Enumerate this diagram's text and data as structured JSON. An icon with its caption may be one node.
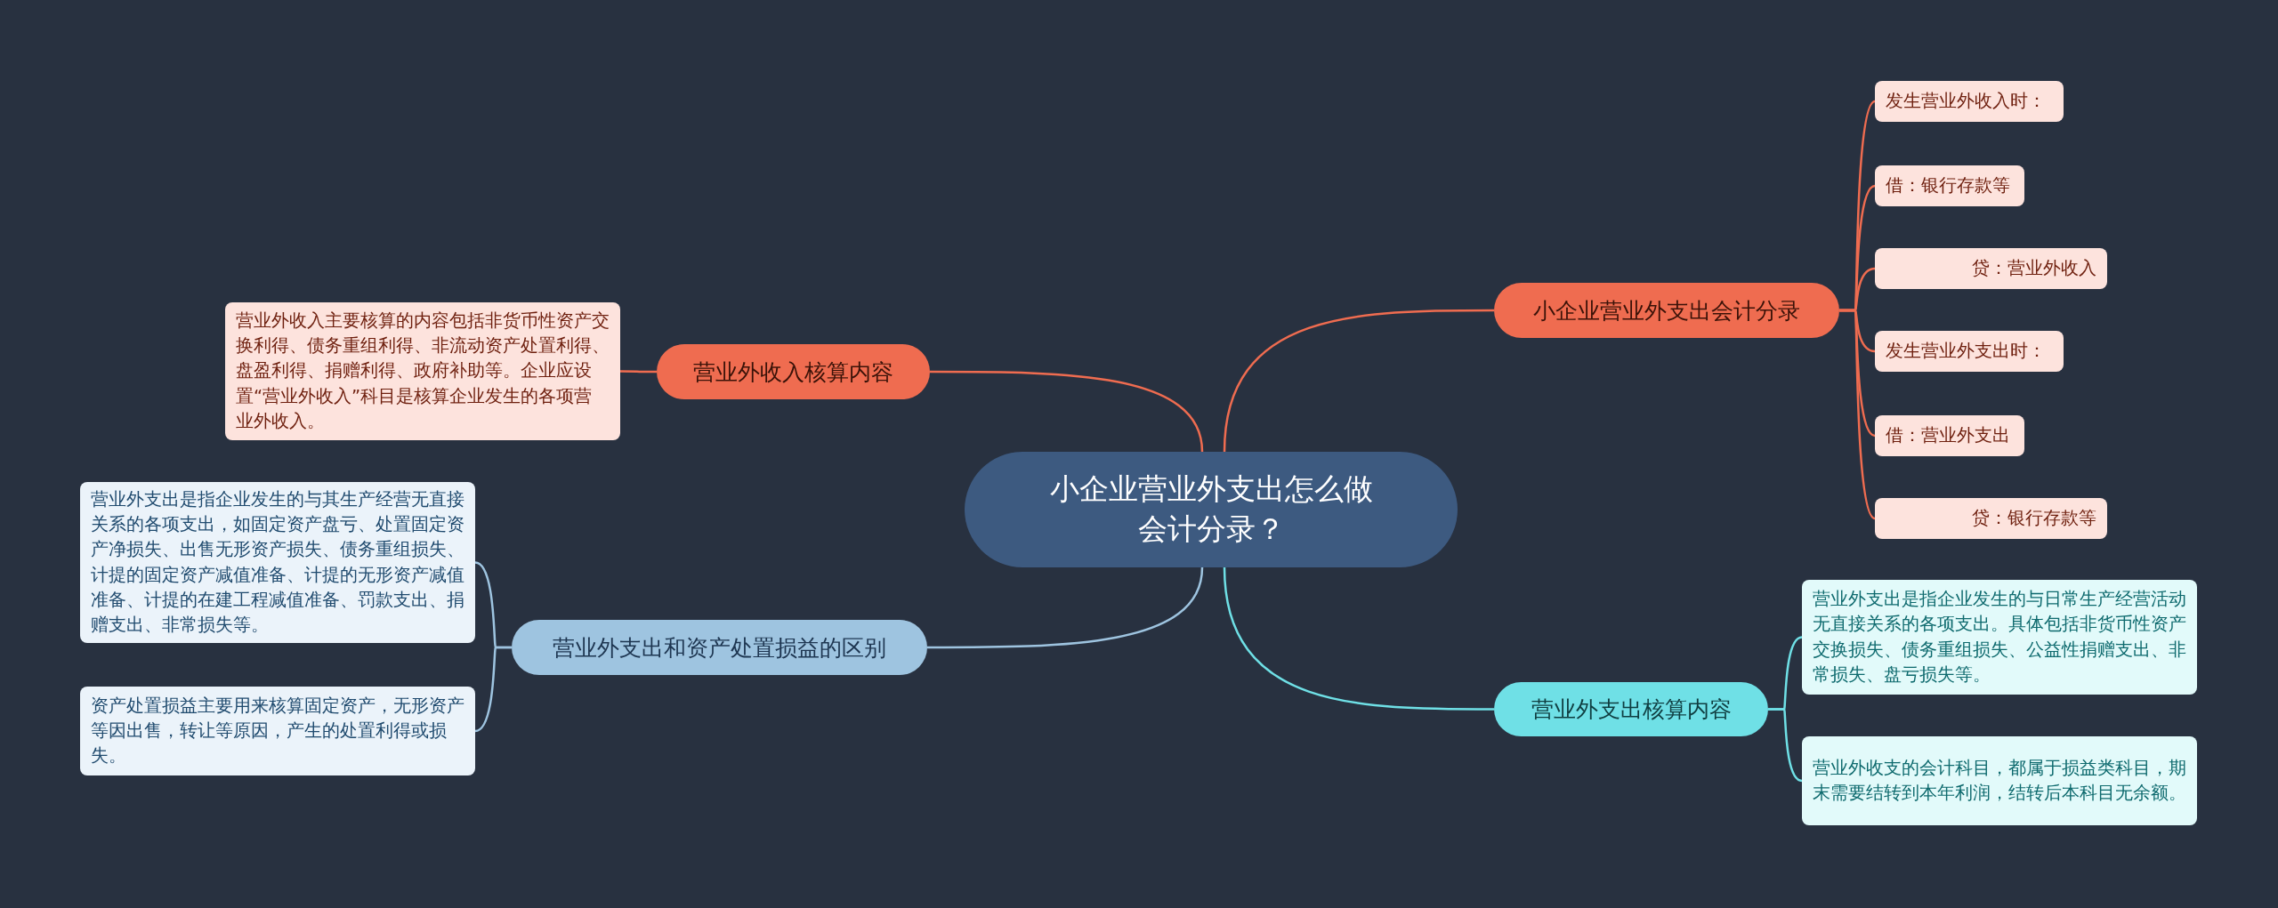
{
  "diagram": {
    "nodes": [
      {
        "text": [
          "小企业营业外支出怎么做会计分录？"
        ]
      },
      {
        "text": [
          "营业外收入核算内容"
        ]
      },
      {
        "text": [
          "营业外收入主要核算的内容包括非货币性资产交换利得、债务重组利得、非流动资产处置利得、盘盈利得、捐赠利得、政府补助等。企业应设置“营业外收入”科目是核算企业发生的各项营业外收入。"
        ]
      },
      {
        "text": [
          "小企业营业外支出会计分录"
        ]
      },
      {
        "text": [
          "发生营业外收入时："
        ]
      },
      {
        "text": [
          "借：银行存款等"
        ]
      },
      {
        "text": [
          "贷：营业外收入"
        ]
      },
      {
        "text": [
          "发生营业外支出时："
        ]
      },
      {
        "text": [
          "借：营业外支出"
        ]
      },
      {
        "text": [
          "贷：银行存款等"
        ]
      },
      {
        "text": [
          "营业外支出和资产处置损益的区别"
        ]
      },
      {
        "text": [
          "营业外支出是指企业发生的与其生产经营无直接关系的各项支出，如固定资产盘亏、处置固定资产净损失、出售无形资产损失、债务重组损失、计提的固定资产减值准备、计提的无形资产减值准备、计提的在建工程减值准备、罚款支出、捐赠支出、非常损失等。"
        ]
      },
      {
        "text": [
          "资产处置损益主要用来核算固定资产，无形资产等因出售，转让等原因，产生的处置利得或损失。"
        ]
      },
      {
        "text": [
          "营业外支出核算内容"
        ]
      },
      {
        "text": [
          "营业外支出是指企业发生的与日常生产经营活动无直接关系的各项支出。具体包括非货币性资产交换损失、债务重组损失、公益性捐赠支出、非常损失、盘亏损失等。"
        ]
      },
      {
        "text": [
          "营业外收支的会计科目，都属于损益类科目，期末需要结转到本年利润，结转后本科目无余额。"
        ]
      }
    ],
    "edges": [
      {
        "from": 0,
        "to": 1,
        "arrow": "none"
      },
      {
        "from": 1,
        "to": 2,
        "arrow": "none"
      },
      {
        "from": 0,
        "to": 3,
        "arrow": "none"
      },
      {
        "from": 3,
        "to": 4,
        "arrow": "none"
      },
      {
        "from": 3,
        "to": 5,
        "arrow": "none"
      },
      {
        "from": 3,
        "to": 6,
        "arrow": "none"
      },
      {
        "from": 3,
        "to": 7,
        "arrow": "none"
      },
      {
        "from": 3,
        "to": 8,
        "arrow": "none"
      },
      {
        "from": 3,
        "to": 9,
        "arrow": "none"
      },
      {
        "from": 0,
        "to": 10,
        "arrow": "none",
        "color": "#9ec4e0"
      },
      {
        "from": 10,
        "to": 11,
        "arrow": "none",
        "color": "#9ec4e0"
      },
      {
        "from": 10,
        "to": 12,
        "arrow": "none",
        "color": "#9ec4e0"
      },
      {
        "from": 0,
        "to": 13,
        "arrow": "none",
        "color": "#6fe0e6"
      },
      {
        "from": 13,
        "to": 14,
        "arrow": "none",
        "color": "#6fe0e6"
      },
      {
        "from": 13,
        "to": 15,
        "arrow": "none",
        "color": "#6fe0e6"
      }
    ]
  }
}
